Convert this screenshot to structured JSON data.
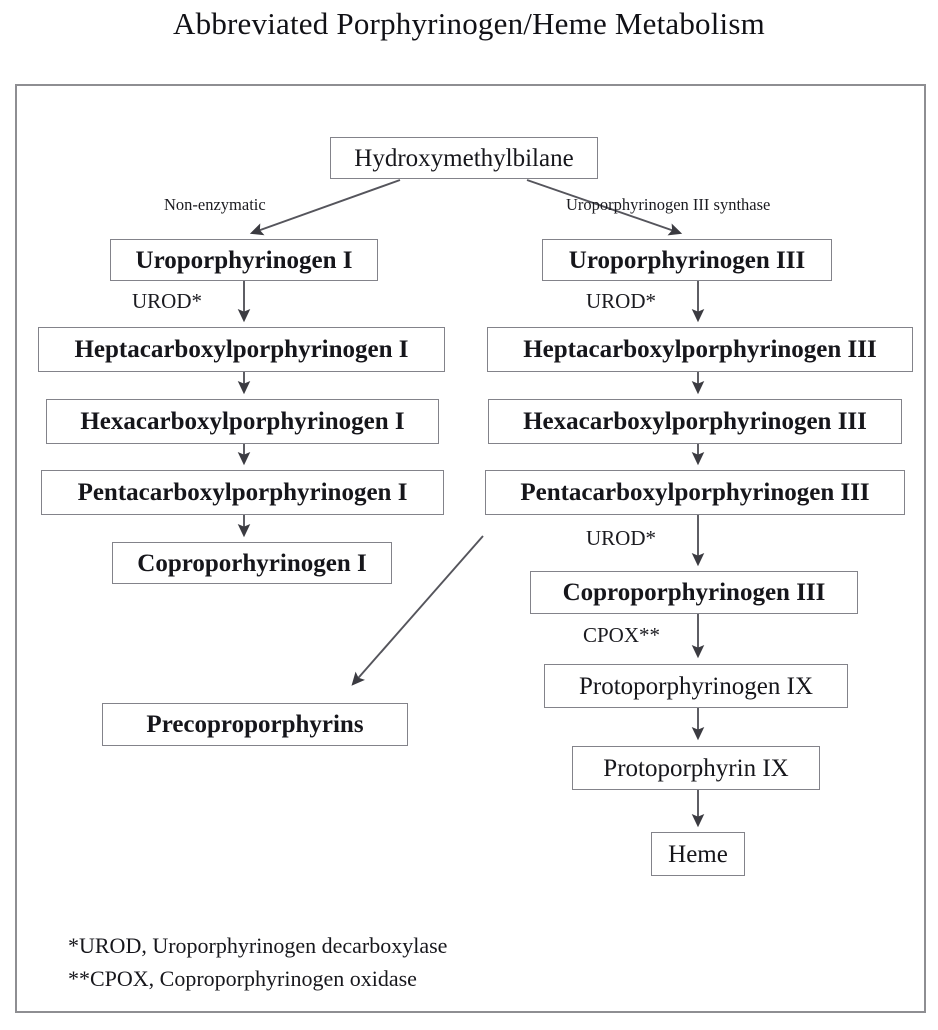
{
  "title": "Abbreviated Porphyrinogen/Heme Metabolism",
  "chart_data": {
    "type": "diagram",
    "title": "Abbreviated Porphyrinogen/Heme Metabolism",
    "nodes": [
      {
        "id": "hmb",
        "label": "Hydroxymethylbilane",
        "weight": "regular"
      },
      {
        "id": "uro1",
        "label": "Uroporphyrinogen I",
        "weight": "bold"
      },
      {
        "id": "uro3",
        "label": "Uroporphyrinogen III",
        "weight": "bold"
      },
      {
        "id": "hepta1",
        "label": "Heptacarboxylporphyrinogen I",
        "weight": "bold"
      },
      {
        "id": "hepta3",
        "label": "Heptacarboxylporphyrinogen III",
        "weight": "bold"
      },
      {
        "id": "hexa1",
        "label": "Hexacarboxylporphyrinogen I",
        "weight": "bold"
      },
      {
        "id": "hexa3",
        "label": "Hexacarboxylporphyrinogen III",
        "weight": "bold"
      },
      {
        "id": "penta1",
        "label": "Pentacarboxylporphyrinogen I",
        "weight": "bold"
      },
      {
        "id": "penta3",
        "label": "Pentacarboxylporphyrinogen III",
        "weight": "bold"
      },
      {
        "id": "copro1",
        "label": "Coproporhyrinogen I",
        "weight": "bold"
      },
      {
        "id": "copro3",
        "label": "Coproporphyrinogen III",
        "weight": "bold"
      },
      {
        "id": "precopro",
        "label": "Precoproporphyrins",
        "weight": "bold"
      },
      {
        "id": "protogen9",
        "label": "Protoporphyrinogen IX",
        "weight": "regular"
      },
      {
        "id": "proto9",
        "label": "Protoporphyrin IX",
        "weight": "regular"
      },
      {
        "id": "heme",
        "label": "Heme",
        "weight": "regular"
      }
    ],
    "edges": [
      {
        "from": "hmb",
        "to": "uro1",
        "label": "Non-enzymatic"
      },
      {
        "from": "hmb",
        "to": "uro3",
        "label": "Uroporphyrinogen III synthase"
      },
      {
        "from": "uro1",
        "to": "hepta1",
        "label": "UROD*"
      },
      {
        "from": "hepta1",
        "to": "hexa1",
        "label": ""
      },
      {
        "from": "hexa1",
        "to": "penta1",
        "label": ""
      },
      {
        "from": "penta1",
        "to": "copro1",
        "label": ""
      },
      {
        "from": "uro3",
        "to": "hepta3",
        "label": "UROD*"
      },
      {
        "from": "hepta3",
        "to": "hexa3",
        "label": ""
      },
      {
        "from": "hexa3",
        "to": "penta3",
        "label": ""
      },
      {
        "from": "penta3",
        "to": "copro3",
        "label": "UROD*"
      },
      {
        "from": "penta3",
        "to": "precopro",
        "label": ""
      },
      {
        "from": "copro3",
        "to": "protogen9",
        "label": "CPOX**"
      },
      {
        "from": "protogen9",
        "to": "proto9",
        "label": ""
      },
      {
        "from": "proto9",
        "to": "heme",
        "label": ""
      }
    ]
  },
  "labels": {
    "non_enzymatic": "Non-enzymatic",
    "uros": "Uroporphyrinogen III synthase",
    "urod_left": "UROD*",
    "urod_right_1": "UROD*",
    "urod_right_2": "UROD*",
    "cpox": "CPOX**"
  },
  "nodes": {
    "hmb": "Hydroxymethylbilane",
    "uro1": "Uroporphyrinogen I",
    "uro3": "Uroporphyrinogen III",
    "hepta1": "Heptacarboxylporphyrinogen I",
    "hepta3": "Heptacarboxylporphyrinogen III",
    "hexa1": "Hexacarboxylporphyrinogen I",
    "hexa3": "Hexacarboxylporphyrinogen III",
    "penta1": "Pentacarboxylporphyrinogen I",
    "penta3": "Pentacarboxylporphyrinogen III",
    "copro1": "Coproporhyrinogen I",
    "copro3": "Coproporphyrinogen III",
    "precopro": "Precoproporphyrins",
    "protogen9": "Protoporphyrinogen IX",
    "proto9": "Protoporphyrin IX",
    "heme": "Heme"
  },
  "footnotes": {
    "urod": "*UROD, Uroporphyrinogen decarboxylase",
    "cpox": "**CPOX, Coproporphyrinogen oxidase"
  },
  "colors": {
    "box_border": "#83838a",
    "frame_border": "#8e8e92",
    "text": "#17171c",
    "arrow": "#55555c",
    "background": "#ffffff"
  }
}
